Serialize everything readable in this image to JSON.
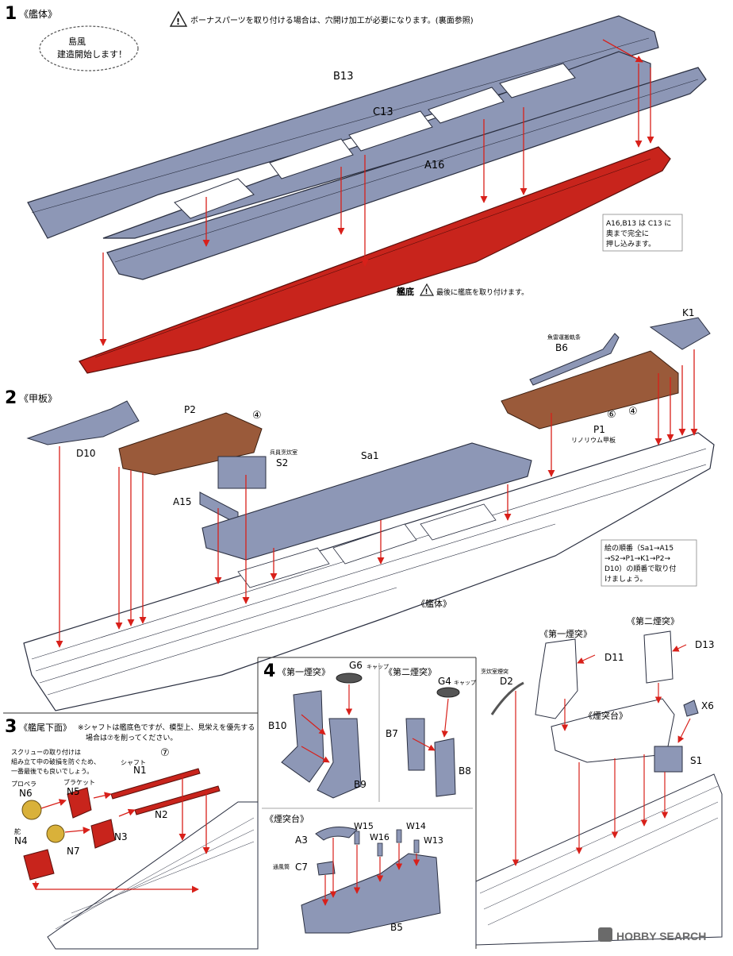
{
  "steps": {
    "s1": {
      "num": "1",
      "title": "《艦体》"
    },
    "s2": {
      "num": "2",
      "title": "《甲板》"
    },
    "s3": {
      "num": "3",
      "title": "《艦尾下面》"
    },
    "s4": {
      "num": "4",
      "title1": "《第一煙突》",
      "title2": "《第二煙突》",
      "title3": "《煙突台》"
    }
  },
  "notes": {
    "bonus": "ボーナスパーツを取り付ける場合は、穴開け加工が必要になります。(裏面参照)",
    "bubble1": "島風",
    "bubble2": "建造開始します！",
    "bottom_last": "最後に艦底を取り付けます。",
    "press1": "A16,B13 は C13 に",
    "press2": "奥まで完全に",
    "press3": "押し込みます。",
    "order1": "絵の順番（Sa1→A15",
    "order2": "→S2→P1→K1→P2→",
    "order3": "D10）の順番で取り付",
    "order4": "けましょう。",
    "shaft1": "※シャフトは艦底色ですが、模型上、見栄えを優先する",
    "shaft2": "場合は⑦を削ってください。",
    "screw1": "スクリューの取り付けは",
    "screw2": "組み立て中の破損を防ぐため、",
    "screw3": "一番最後でも良いでしょう。"
  },
  "labels": {
    "hull": "《艦体》",
    "bottom": "艦底",
    "B13": "B13",
    "C13": "C13",
    "A16": "A16",
    "K1": "K1",
    "B6": "B6",
    "B6_sub": "魚雷運搬軌条",
    "P1": "P1",
    "P1_sub": "リノリウム甲板",
    "P2": "P2",
    "D10": "D10",
    "S2": "S2",
    "S2_sub": "兵員烹炊室",
    "Sa1": "Sa1",
    "A15": "A15",
    "circle4": "④",
    "circle6": "⑥",
    "circle7": "⑦",
    "N1": "N1",
    "N1_sub": "シャフト",
    "N2": "N2",
    "N3": "N3",
    "N5": "N5",
    "N5_sub": "ブラケット",
    "N6": "N6",
    "N6_sub": "プロペラ",
    "N4": "N4",
    "N4_sub": "舵",
    "N7": "N7",
    "G6": "G6",
    "G6_sub": "キャップ",
    "G4": "G4",
    "G4_sub": "キャップ",
    "B10": "B10",
    "B9": "B9",
    "B7": "B7",
    "B8": "B8",
    "A3": "A3",
    "W15": "W15",
    "W16": "W16",
    "W14": "W14",
    "W13": "W13",
    "C7": "C7",
    "C7_sub": "通風筒",
    "B5": "B5",
    "D11": "D11",
    "D13": "D13",
    "D2": "D2",
    "D2_sub": "烹炊室煙突",
    "X6": "X6",
    "S1": "S1"
  },
  "watermark": "HOBBY SEARCH",
  "colors": {
    "gray": "#8d97b6",
    "red": "#c8241c",
    "brown": "#9a5a3a",
    "arrow": "#d8201a",
    "gold": "#d9b13a"
  }
}
